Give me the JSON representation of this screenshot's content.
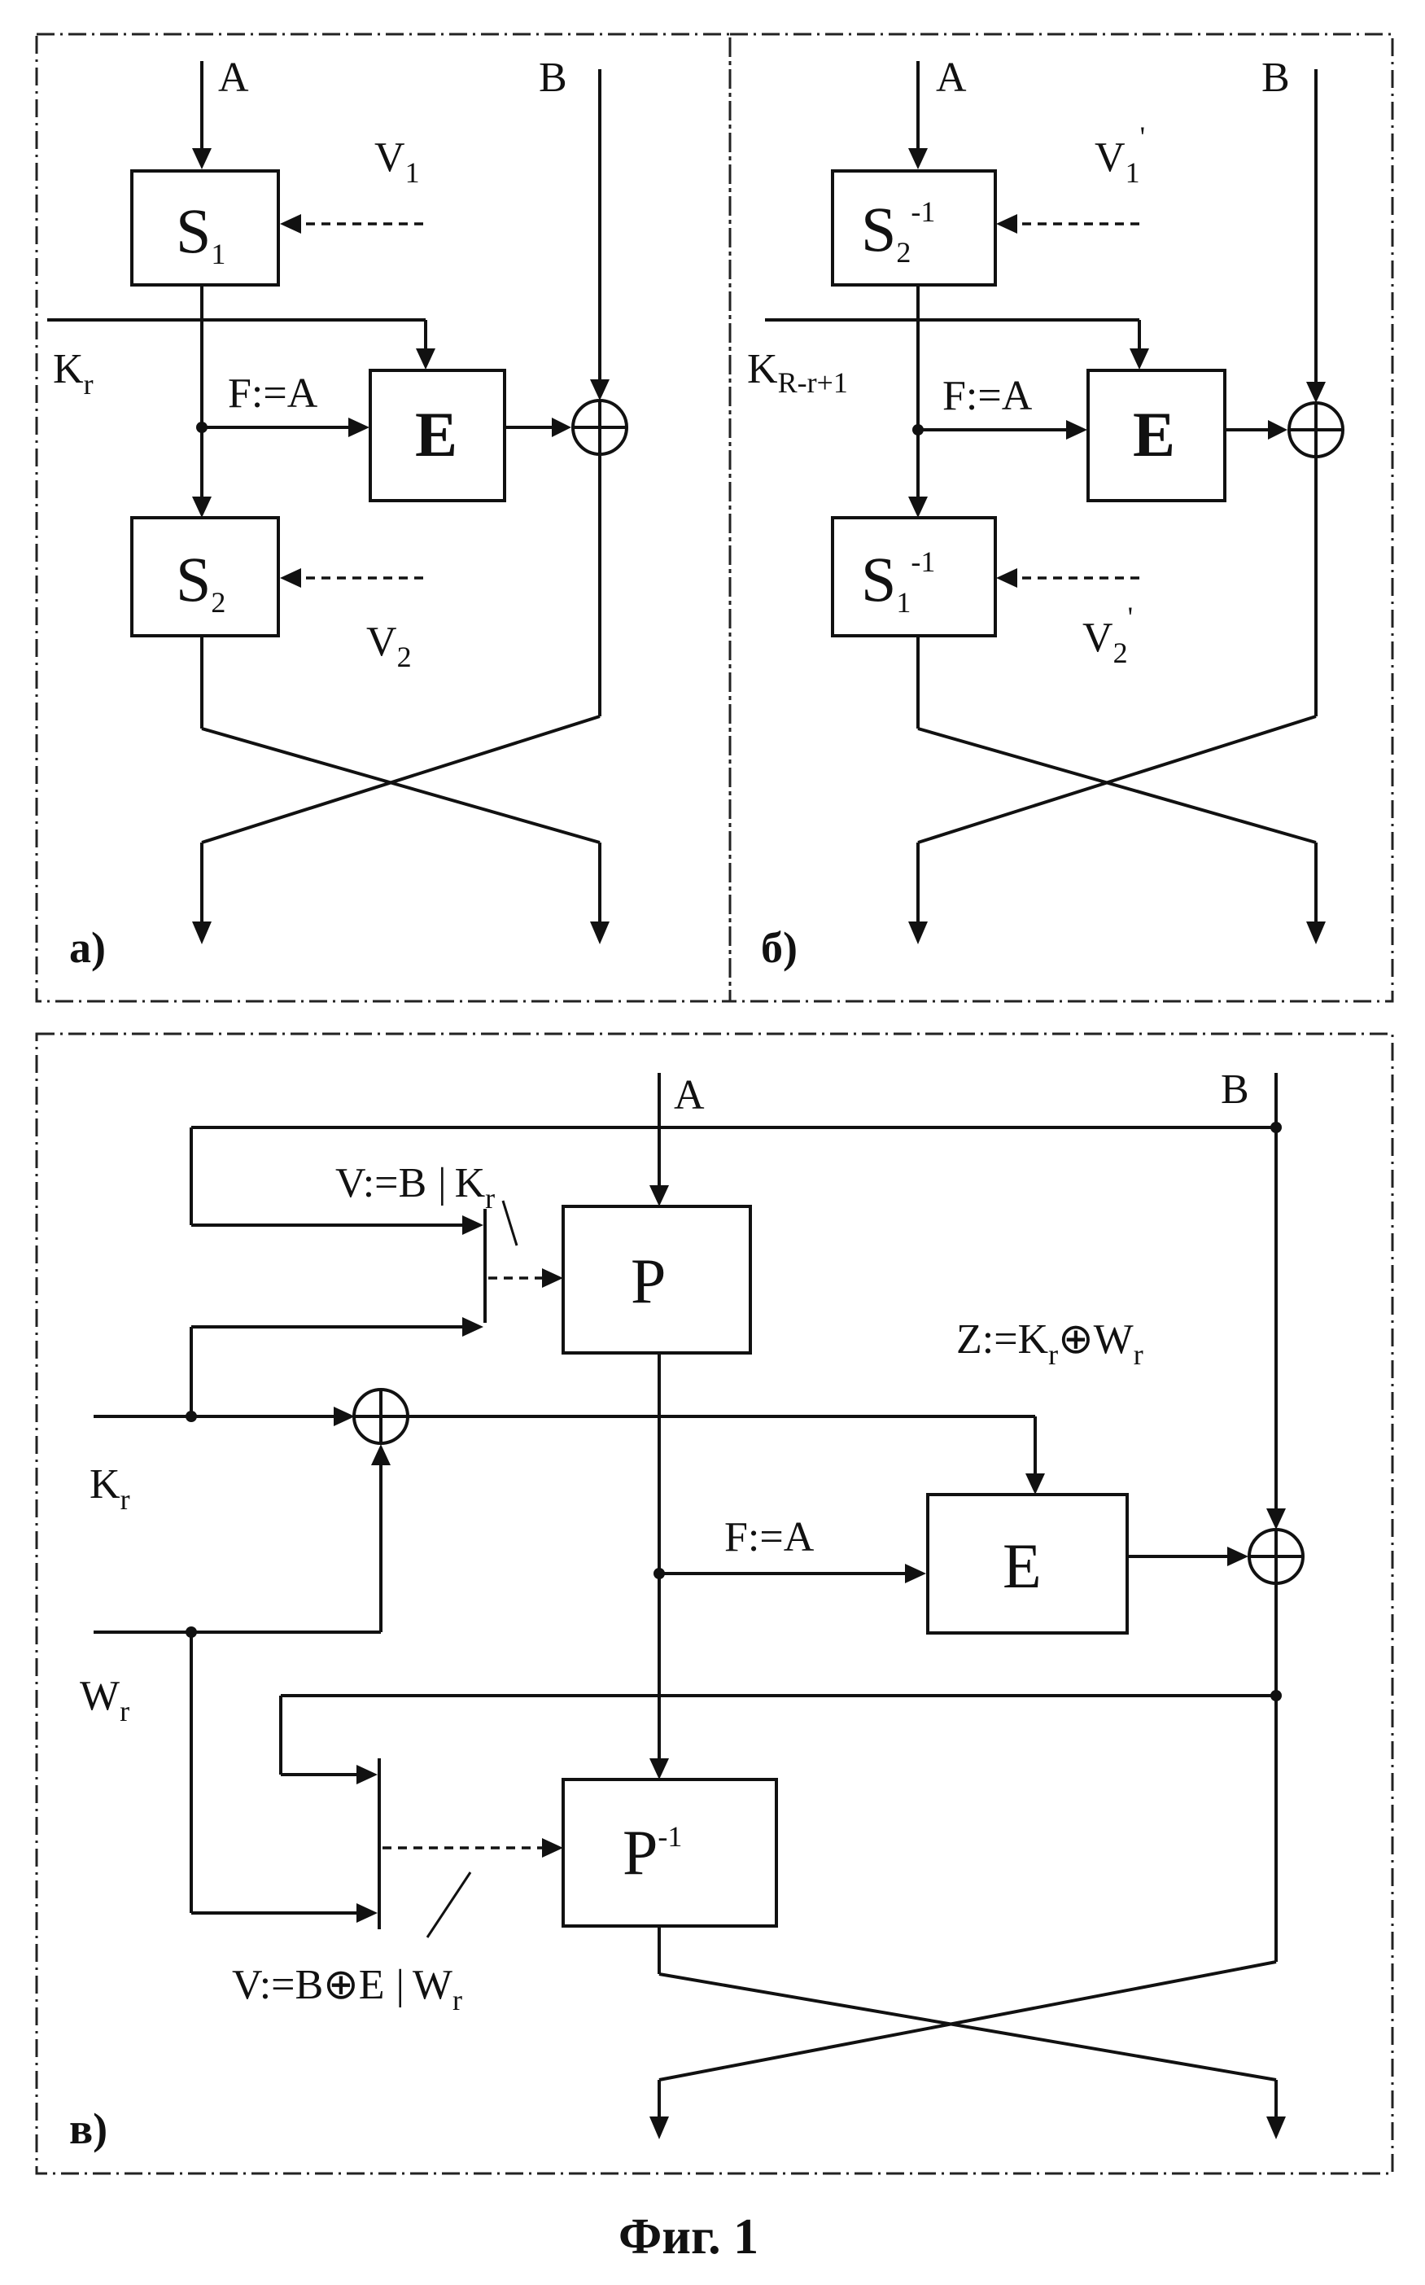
{
  "figure": {
    "caption": "Фиг. 1"
  },
  "panel_a": {
    "tag": "а)",
    "input_left": "A",
    "input_right": "B",
    "v1": {
      "base": "V",
      "sub": "1"
    },
    "v2": {
      "base": "V",
      "sub": "2"
    },
    "box_top": {
      "base": "S",
      "sub": "1"
    },
    "box_bottom": {
      "base": "S",
      "sub": "2"
    },
    "box_e": "E",
    "key": {
      "base": "K",
      "sub": "r"
    },
    "f_label": "F:=A",
    "xor_glyph": "⊕"
  },
  "panel_b": {
    "tag": "б)",
    "input_left": "A",
    "input_right": "B",
    "v1": {
      "base": "V",
      "sub": "1",
      "sup": "'"
    },
    "v2": {
      "base": "V",
      "sub": "2",
      "sup": "'"
    },
    "box_top": {
      "base": "S",
      "sub": "2",
      "sup": "-1"
    },
    "box_bottom": {
      "base": "S",
      "sub": "1",
      "sup": "-1"
    },
    "box_e": "E",
    "key": {
      "base": "K",
      "sub": "R-r+1"
    },
    "f_label": "F:=A",
    "xor_glyph": "⊕"
  },
  "panel_c": {
    "tag": "в)",
    "input_left": "A",
    "input_right": "B",
    "box_p": "P",
    "box_pinv": {
      "base": "P",
      "sup": "-1"
    },
    "box_e": "E",
    "f_label": "F:=A",
    "key": {
      "base": "K",
      "sub": "r"
    },
    "w": {
      "base": "W",
      "sub": "r"
    },
    "v_top": {
      "prefix": "V:=B",
      "sep": "|",
      "base": "K",
      "sub": "r"
    },
    "v_bottom": {
      "prefix": "V:=B⊕E",
      "sep": "|",
      "base": "W",
      "sub": "r"
    },
    "z_label": {
      "z": "Z:=K",
      "k_sub": "r",
      "op": "⊕W",
      "w_sub": "r"
    },
    "xor_glyph": "⊕"
  }
}
